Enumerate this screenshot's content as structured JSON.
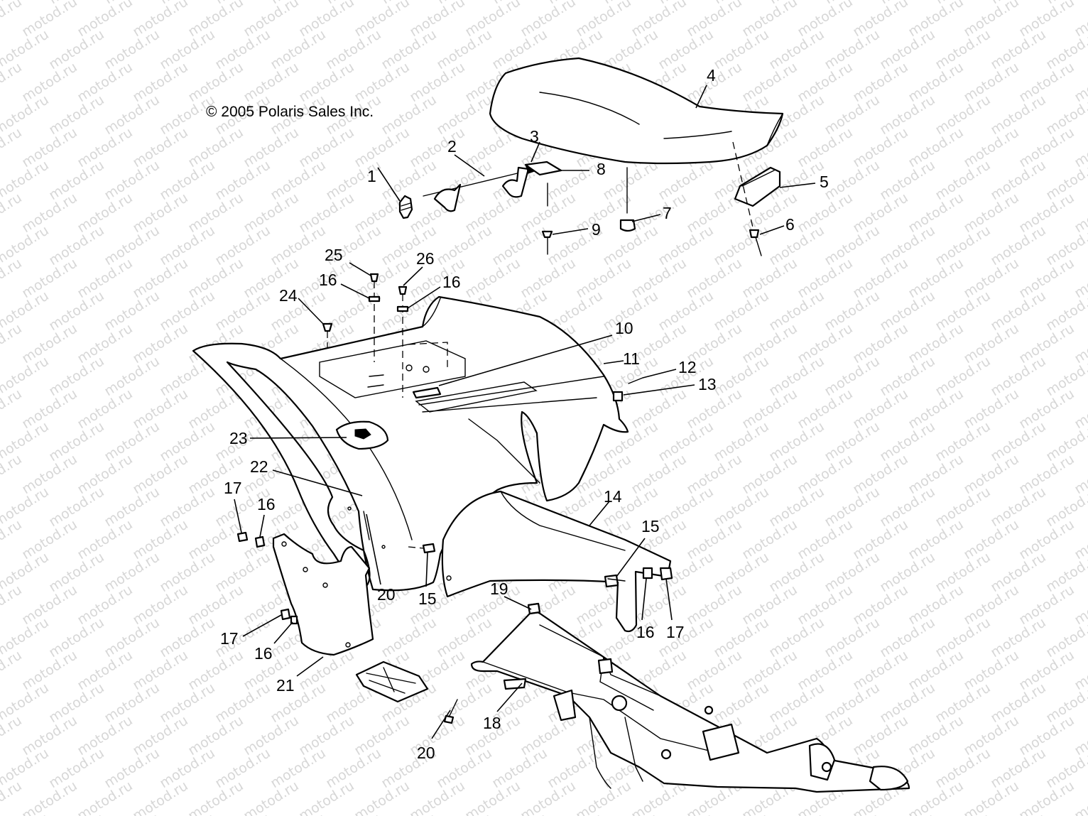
{
  "copyright": "© 2005 Polaris Sales Inc.",
  "watermark": "motod.ru",
  "callouts": [
    {
      "id": "c1",
      "text": "1"
    },
    {
      "id": "c2",
      "text": "2"
    },
    {
      "id": "c3",
      "text": "3"
    },
    {
      "id": "c4",
      "text": "4"
    },
    {
      "id": "c5",
      "text": "5"
    },
    {
      "id": "c6",
      "text": "6"
    },
    {
      "id": "c7",
      "text": "7"
    },
    {
      "id": "c8",
      "text": "8"
    },
    {
      "id": "c9",
      "text": "9"
    },
    {
      "id": "c10",
      "text": "10"
    },
    {
      "id": "c11",
      "text": "11"
    },
    {
      "id": "c12",
      "text": "12"
    },
    {
      "id": "c13",
      "text": "13"
    },
    {
      "id": "c14",
      "text": "14"
    },
    {
      "id": "c15a",
      "text": "15"
    },
    {
      "id": "c15b",
      "text": "15"
    },
    {
      "id": "c16a",
      "text": "16"
    },
    {
      "id": "c16b",
      "text": "16"
    },
    {
      "id": "c16c",
      "text": "16"
    },
    {
      "id": "c16d",
      "text": "16"
    },
    {
      "id": "c16e",
      "text": "16"
    },
    {
      "id": "c17a",
      "text": "17"
    },
    {
      "id": "c17b",
      "text": "17"
    },
    {
      "id": "c17c",
      "text": "17"
    },
    {
      "id": "c18",
      "text": "18"
    },
    {
      "id": "c19",
      "text": "19"
    },
    {
      "id": "c20a",
      "text": "20"
    },
    {
      "id": "c20b",
      "text": "20"
    },
    {
      "id": "c21",
      "text": "21"
    },
    {
      "id": "c22",
      "text": "22"
    },
    {
      "id": "c23",
      "text": "23"
    },
    {
      "id": "c24",
      "text": "24"
    },
    {
      "id": "c25",
      "text": "25"
    },
    {
      "id": "c26",
      "text": "26"
    }
  ]
}
